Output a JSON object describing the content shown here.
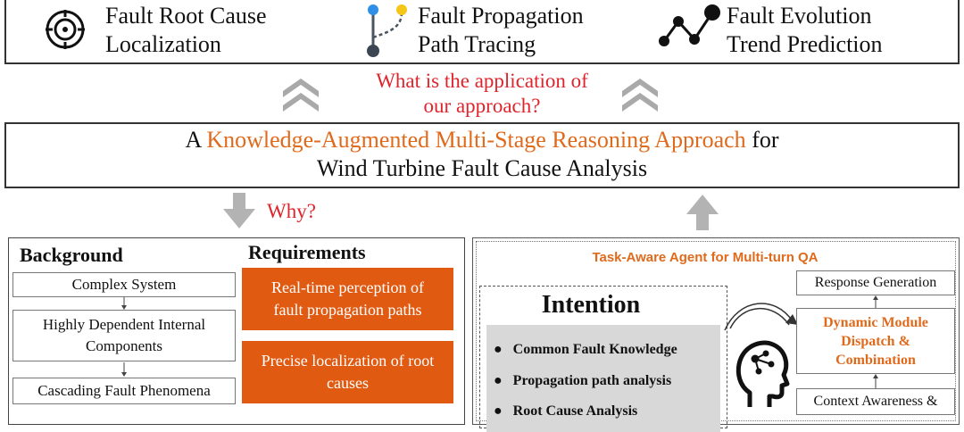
{
  "applications": {
    "root_cause": {
      "line1": "Fault Root Cause",
      "line2": "Localization",
      "icon": "target-icon"
    },
    "propagation": {
      "line1": "Fault Propagation",
      "line2": "Path Tracing",
      "icon": "path-tree-icon"
    },
    "evolution": {
      "line1": "Fault Evolution",
      "line2": "Trend Prediction",
      "icon": "trend-line-icon"
    }
  },
  "question_application": {
    "line1": "What is the application of",
    "line2": "our approach?"
  },
  "title": {
    "prefix": "A ",
    "highlight": "Knowledge-Augmented Multi-Stage Reasoning Approach",
    "suffix": " for",
    "line2": "Wind Turbine Fault Cause Analysis"
  },
  "question_why": "Why?",
  "background": {
    "heading": "Background",
    "items": [
      "Complex System",
      "Highly Dependent Internal",
      "Components",
      "Cascading Fault Phenomena"
    ]
  },
  "requirements": {
    "heading": "Requirements",
    "items": [
      {
        "line1": "Real-time perception of",
        "line2": "fault propagation paths"
      },
      {
        "line1": "Precise localization of root",
        "line2": "causes"
      }
    ]
  },
  "agent": {
    "title": "Task-Aware Agent for Multi-turn QA",
    "intention_heading": "Intention",
    "intentions": [
      "Common Fault Knowledge",
      "Propagation path analysis",
      "Root Cause Analysis"
    ],
    "modules": {
      "response": "Response Generation",
      "dispatch": {
        "line1": "Dynamic Module",
        "line2": "Dispatch &",
        "line3": "Combination"
      },
      "context": "Context Awareness &"
    }
  },
  "colors": {
    "accent_orange": "#e06a1c",
    "question_red": "#e0242c",
    "req_fill": "#e15a12",
    "arrow_gray": "#b3b3b3"
  }
}
